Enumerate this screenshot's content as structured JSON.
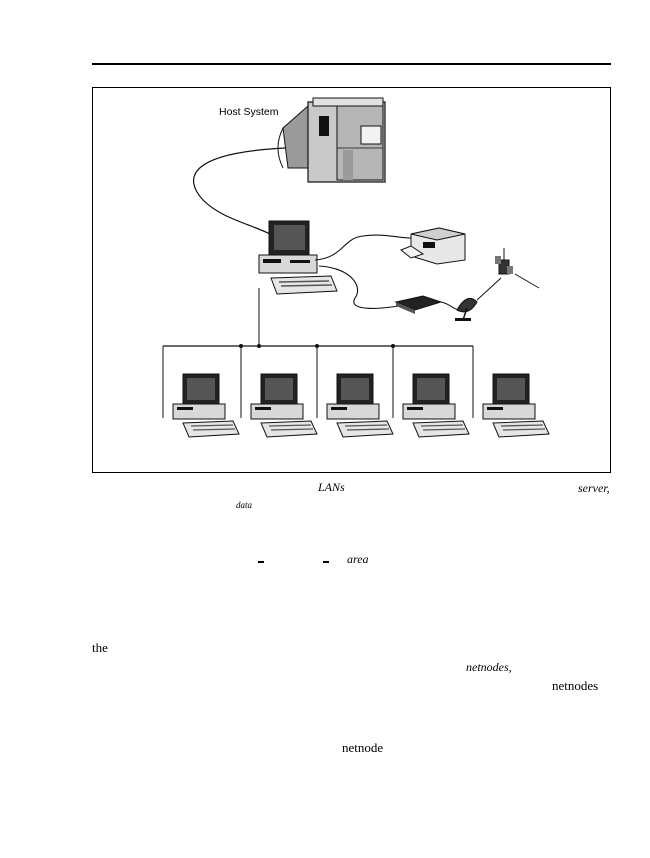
{
  "figure": {
    "host_label": "Host System"
  },
  "text_fragments": {
    "lans": "LANs",
    "server": "server,",
    "data": "data",
    "area": "area",
    "the": "the",
    "netnodes_italic": "netnodes,",
    "netnodes": "netnodes",
    "netnode": "netnode"
  }
}
